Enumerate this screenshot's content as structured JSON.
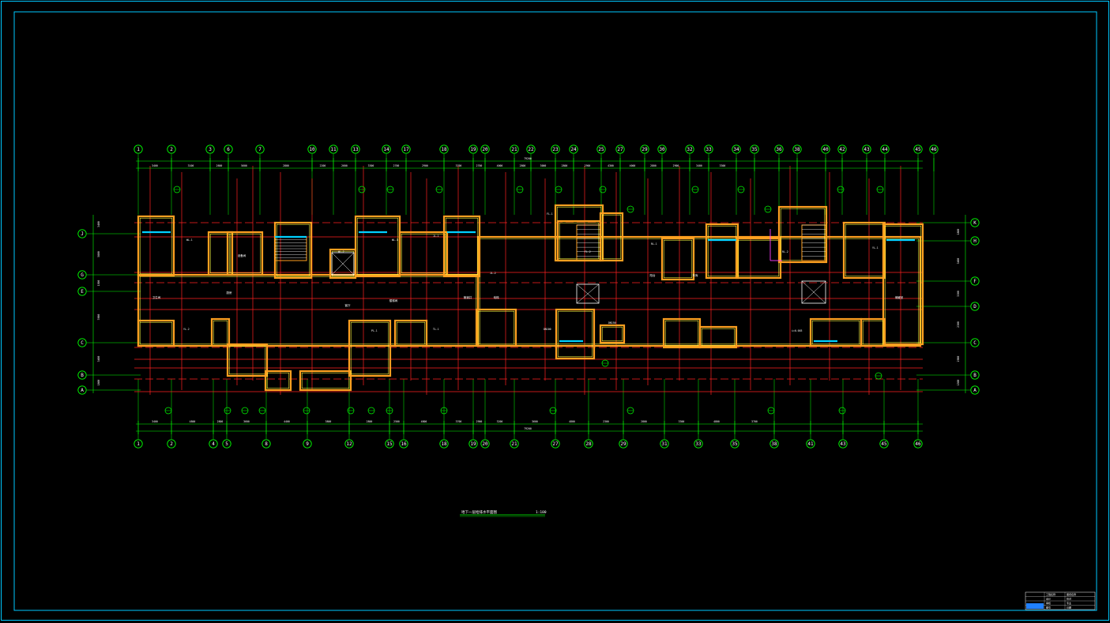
{
  "drawing": {
    "title": "地下一层给排水平面图",
    "scale": "1:100",
    "colors": {
      "background": "#000000",
      "frame": "#00c8ff",
      "wall": "#ffa020",
      "wall_inner": "#ffff40",
      "dimension": "#00ff00",
      "pipe": "#ff2020",
      "window": "#00d0ff",
      "label": "#ffffff",
      "riser": "#ff40ff"
    }
  },
  "grid_top": [
    "1",
    "2",
    "3",
    "6",
    "7",
    "10",
    "11",
    "13",
    "14",
    "17",
    "18",
    "19",
    "20",
    "21",
    "22",
    "23",
    "24",
    "25",
    "27",
    "29",
    "30",
    "32",
    "33",
    "34",
    "35",
    "36",
    "38",
    "40",
    "42",
    "43",
    "44",
    "45",
    "46"
  ],
  "grid_bottom": [
    "1",
    "2",
    "4",
    "5",
    "8",
    "9",
    "12",
    "15",
    "16",
    "18",
    "19",
    "20",
    "21",
    "27",
    "28",
    "29",
    "31",
    "33",
    "35",
    "38",
    "41",
    "43",
    "45",
    "46"
  ],
  "grid_left": [
    "J",
    "G",
    "E",
    "C",
    "B",
    "A"
  ],
  "grid_right": [
    "K",
    "H",
    "F",
    "D",
    "C",
    "B",
    "A"
  ],
  "dims_top": [
    "3400",
    "3100",
    "2600",
    "5600",
    "2800",
    "2200",
    "2600",
    "3300",
    "2700",
    "2900",
    "3700",
    "2700",
    "4000",
    "2800",
    "3000",
    "2800",
    "2900",
    "4300",
    "4000",
    "2800",
    "2900",
    "3400",
    "3300"
  ],
  "dims_bottom": [
    "3400",
    "4800",
    "2800",
    "3600",
    "4400",
    "3800",
    "2800",
    "2500",
    "4800",
    "3700",
    "2900",
    "3200",
    "3600",
    "4800",
    "2300",
    "2800",
    "3300",
    "4800",
    "3700"
  ],
  "overall_top": "79200",
  "overall_bottom": "79200",
  "dims_left": [
    "3400",
    "5800",
    "1500",
    "3900",
    "3400",
    "1800"
  ],
  "dims_right": [
    "1800",
    "3400",
    "3300",
    "2300",
    "2900",
    "1500"
  ],
  "room_labels": [
    "卫生间",
    "厨房",
    "客厅",
    "楼梯间",
    "管道井",
    "电梯",
    "阳台",
    "车库",
    "储藏室",
    "设备间"
  ],
  "pipe_tags": [
    "WL-1",
    "WL-2",
    "WL-3",
    "JL-1",
    "JL-2",
    "FL-1",
    "FL-2",
    "RL-1",
    "RL-2",
    "YL-1",
    "YL-2",
    "PL-1",
    "TL-1",
    "DN100",
    "DN150",
    "i=0.003"
  ],
  "title_block": [
    "工程名称",
    "图纸名称",
    "设计",
    "校对",
    "审核",
    "专业",
    "图号",
    "日期"
  ]
}
